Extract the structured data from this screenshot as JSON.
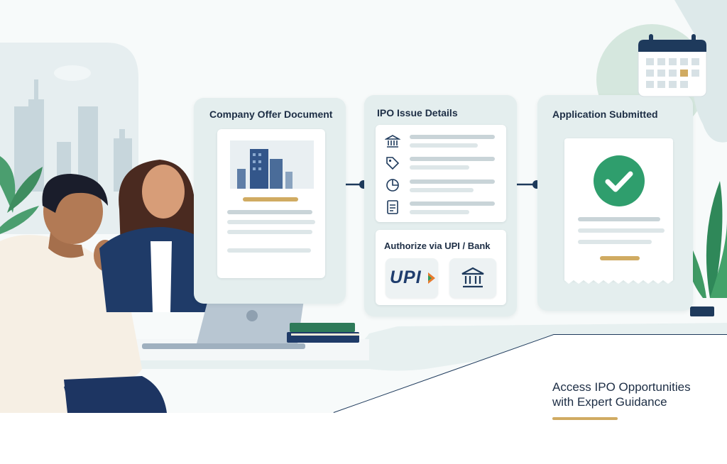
{
  "steps": [
    {
      "title": "Company Offer Document"
    },
    {
      "title": "IPO Issue Details",
      "icons": [
        "bank-icon",
        "tag-icon",
        "pie-chart-icon",
        "document-icon"
      ]
    },
    {
      "title": "Application Submitted"
    }
  ],
  "authorize": {
    "title": "Authorize via UPI / Bank",
    "upi_label": "UPI",
    "bank_icon": "bank-building-icon"
  },
  "tagline": {
    "line1": "Access IPO Opportunities",
    "line2": "with Expert Guidance"
  },
  "colors": {
    "navy": "#1d2e45",
    "gold": "#d0ab62",
    "success_green": "#2f9e6d",
    "card_bg": "#e4eeee"
  }
}
